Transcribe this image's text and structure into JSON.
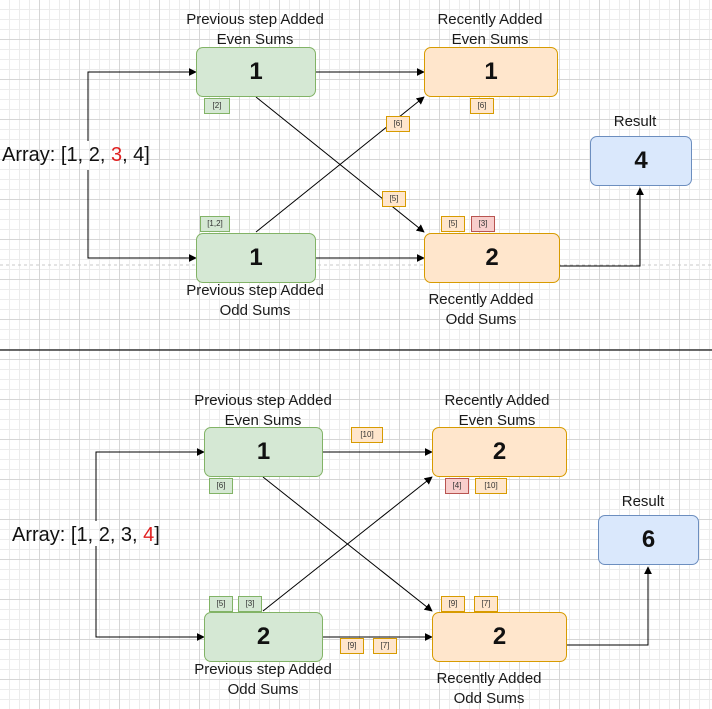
{
  "top": {
    "array": {
      "prefix": "Array: [1, 2, ",
      "highlight": "3",
      "suffix": ", 4]"
    },
    "prev_even": {
      "label_line1": "Previous step Added",
      "label_line2": "Even Sums",
      "value": "1",
      "chip": "[2]"
    },
    "prev_odd": {
      "label_line1": "Previous step Added",
      "label_line2": "Odd Sums",
      "value": "1",
      "chip": "[1,2]"
    },
    "recent_even": {
      "label_line1": "Recently Added",
      "label_line2": "Even Sums",
      "value": "1",
      "chip": "[6]"
    },
    "recent_odd": {
      "label_line1": "Recently Added",
      "label_line2": "Odd Sums",
      "value": "2",
      "chips": [
        "[5]",
        "[3]"
      ]
    },
    "edge_chips": [
      "[6]",
      "[5]"
    ],
    "result": {
      "label": "Result",
      "value": "4"
    }
  },
  "bottom": {
    "array": {
      "prefix": "Array: [1, 2, 3, ",
      "highlight": "4",
      "suffix": "]"
    },
    "prev_even": {
      "label_line1": "Previous step Added",
      "label_line2": "Even Sums",
      "value": "1",
      "chip": "[6]"
    },
    "prev_odd": {
      "label_line1": "Previous step Added",
      "label_line2": "Odd Sums",
      "value": "2",
      "chips": [
        "[5]",
        "[3]"
      ]
    },
    "recent_even": {
      "label_line1": "Recently Added",
      "label_line2": "Even Sums",
      "value": "2",
      "chips": [
        "[4]",
        "[10]"
      ]
    },
    "recent_odd": {
      "label_line1": "Recently Added",
      "label_line2": "Odd Sums",
      "value": "2",
      "chips": [
        "[9]",
        "[7]"
      ]
    },
    "edge_chips": [
      "[10]",
      "[9]",
      "[7]"
    ],
    "result": {
      "label": "Result",
      "value": "6"
    }
  },
  "colors": {
    "green_fill": "#d5e8d4",
    "green_stroke": "#82b366",
    "orange_fill": "#ffe6cc",
    "orange_stroke": "#d79b00",
    "blue_fill": "#dae8fc",
    "blue_stroke": "#6c8ebf",
    "red_fill": "#f8cecc",
    "highlight_text": "#e02020"
  }
}
